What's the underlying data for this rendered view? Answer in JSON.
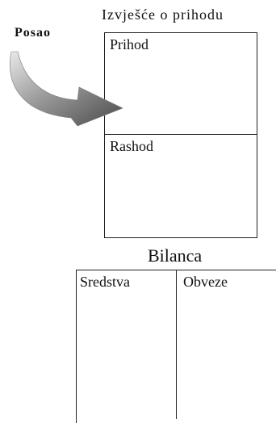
{
  "diagram": {
    "income_statement": {
      "title": "Izvješće o prihodu",
      "top_section": "Prihod",
      "bottom_section": "Rashod"
    },
    "job_label": "Posao",
    "balance_sheet": {
      "title": "Bilanca",
      "left_section": "Sredstva",
      "right_section": "Obveze"
    },
    "arrow": {
      "icon": "curved-arrow-icon",
      "color": "#666666"
    }
  }
}
